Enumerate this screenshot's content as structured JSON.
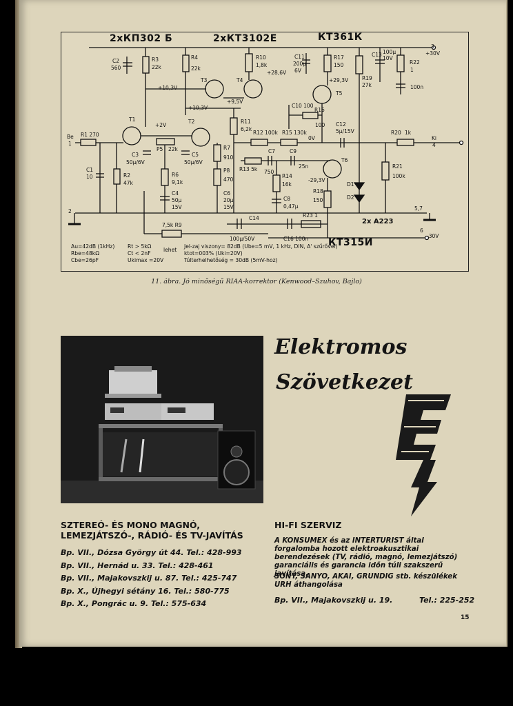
{
  "schematic": {
    "transistor_titles": [
      "2xКП302 Б",
      "2xКТ3102Е",
      "КТ361К",
      "КТ315И"
    ],
    "labels": {
      "C2": "C2",
      "C2v": "560",
      "R3": "R3",
      "R3v": "22k",
      "R4": "R4",
      "R4v": "22k",
      "R10": "R10",
      "R10v": "1,8k",
      "v286": "+28,6V",
      "C11": "C11",
      "C11v": "200µ",
      "C11v2": "6V",
      "R17": "R17",
      "R17v": "150",
      "C13": "C13",
      "C13v": "100µ",
      "C13v2": "10V",
      "R22": "R22",
      "R22v": "1",
      "C100n": "100n",
      "n3": "3",
      "v30": "+30V",
      "R19": "R19",
      "R19v": "27k",
      "v293": "+29,3V",
      "T3": "T3",
      "T4": "T4",
      "T5": "T5",
      "v103a": "+10,3V",
      "v95": "+9,5V",
      "v103b": "+10,3V",
      "C10": "C10 100",
      "R16": "R16",
      "R16v": "100",
      "C12": "C12",
      "C12v": "5µ/15V",
      "R20": "R20",
      "R20v": "1k",
      "Ki": "Ki",
      "Ki4": "4",
      "T1": "T1",
      "T2": "T2",
      "v2": "+2V",
      "R11": "R11",
      "R11v": "6,2k",
      "R12": "R12 100k",
      "R15": "R15 130k",
      "v0": "0V",
      "Be": "Be",
      "Be1": "1",
      "R1": "R1 270",
      "C3": "C3",
      "C3v": "50µ/6V",
      "P5": "P5",
      "P5v": "22k",
      "C5": "C5",
      "C5v": "50µ/6V",
      "R7": "R7",
      "R7v": "910",
      "C7": "C7",
      "C9": "C9",
      "C9v": "25n",
      "T6": "T6",
      "C1": "C1",
      "C1v": "10",
      "R2": "R2",
      "R2v": "47k",
      "R6": "R6",
      "R6v": "9,1k",
      "P8": "P8",
      "P8v": "470",
      "R13": "R13 5k",
      "C7v": "750",
      "R14": "R14",
      "R14v": "16k",
      "v293n": "-29,3V",
      "R21": "R21",
      "R21v": "100k",
      "D1": "D1",
      "D2": "D2",
      "R18": "R18",
      "R18v": "150",
      "C4": "C4",
      "C4v": "50µ",
      "C4v2": "15V",
      "C6": "C6",
      "C6v": "20µ",
      "C6v2": "15V",
      "C8": "C8",
      "C8v": "0,47µ",
      "n2": "2",
      "n57": "5,7",
      "A223": "2x A223",
      "R9": "7,5k R9",
      "C14": "C14",
      "R23": "R23 1",
      "n6": "6",
      "vm30": "-30V",
      "C14v": "100µ/50V",
      "C16": "C16 100n"
    },
    "specs": {
      "left": [
        "Au=42dB (1kHz)",
        "Rbe=48kΩ",
        "Cbe=26pF"
      ],
      "mid": [
        "Rt > 5kΩ",
        "Ct < 2nF",
        "Ukimax =20V"
      ],
      "lehet": "lehet",
      "right": [
        "Jel-zaj viszony= 82dB (Ube=5 mV, 1 kHz, DIN, A' szűrővel)",
        "ktot=003% (Uki=20V)",
        "Túlterhelhetőség = 30dB (5mV-hoz)"
      ]
    }
  },
  "caption": "11. ábra. Jó minőségű RIAA-korrektor (Kenwood–Szuhov, Bajlo)",
  "ad": {
    "brand_line1": "Elektromos",
    "brand_line2": "Szövetkezet",
    "logo_letter": "E",
    "left_heading": "SZTEREÓ- ÉS MONO MAGNÓ, LEMEZJÁTSZÓ-, RÁDIÓ- ÉS TV-JAVÍTÁS",
    "addresses": [
      "Bp. VII., Dózsa György út 44. Tel.: 428-993",
      "Bp. VII., Hernád u. 33. Tel.: 428-461",
      "Bp. VII., Majakovszkij u. 87. Tel.: 425-747",
      "Bp. X., Újhegyi sétány 16. Tel.: 580-775",
      "Bp. X., Pongrác u. 9. Tel.: 575-634"
    ],
    "right_heading": "HI-FI SZERVIZ",
    "right_text": "A KONSUMEX és az INTERTURIST által forgalomba hozott elektroakusztikai berendezések (TV, rádió, magnó, lemezjátszó) garanciális és garancia időn túli szakszerű javítása.",
    "right_text2": "SONY, SANYO, AKAI, GRUNDIG stb. készülékek URH áthangolása",
    "right_address": "Bp. VII., Majakovszkij u. 19.",
    "right_tel": "Tel.: 225-252"
  },
  "page_number": "15"
}
